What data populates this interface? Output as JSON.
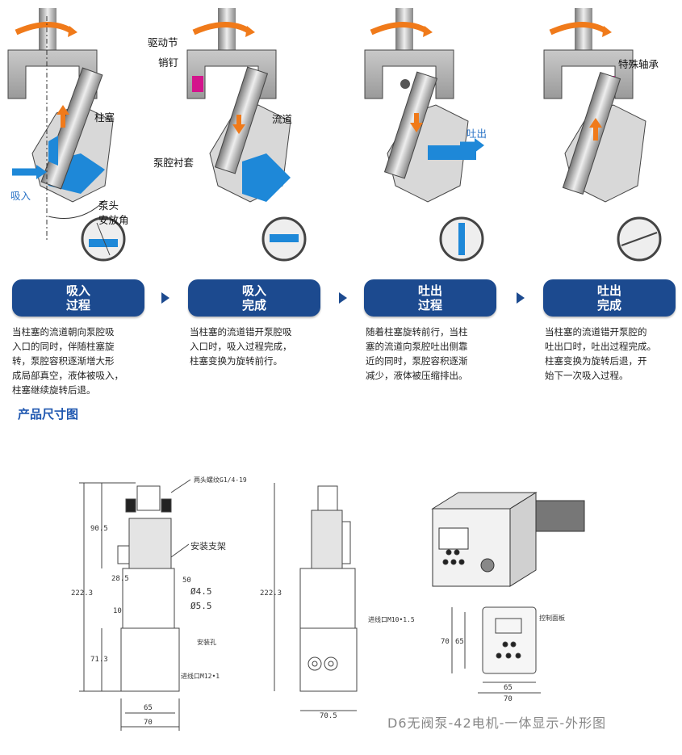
{
  "stages": [
    {
      "pill_line1": "吸入",
      "pill_line2": "过程",
      "desc": "当柱塞的流道朝向泵腔吸\n入口的同时，伴随柱塞旋\n转，泵腔容积逐渐增大形\n成局部真空，液体被吸入，\n柱塞继续旋转后退。"
    },
    {
      "pill_line1": "吸入",
      "pill_line2": "完成",
      "desc": "当柱塞的流道错开泵腔吸\n入口时，吸入过程完成，\n柱塞变换为旋转前行。"
    },
    {
      "pill_line1": "吐出",
      "pill_line2": "过程",
      "desc": "随着柱塞旋转前行，当柱\n塞的流道向泵腔吐出侧靠\n近的同时，泵腔容积逐渐\n减少，液体被压缩排出。"
    },
    {
      "pill_line1": "吐出",
      "pill_line2": "完成",
      "desc": "当柱塞的流道错开泵腔的\n吐出口时，吐出过程完成。\n柱塞变换为旋转后退，开\n始下一次吸入过程。"
    }
  ],
  "labels": {
    "plunger": "柱塞",
    "suction": "吸入",
    "head": "泵头",
    "angle": "安放角",
    "drive": "驱动节",
    "pin": "销钉",
    "channel": "流道",
    "liner": "泵腔衬套",
    "discharge": "吐出",
    "bearing": "特殊轴承"
  },
  "section_title": "产品尺寸图",
  "drawing": {
    "port": "两头螺纹G1/4-19",
    "bracket": "安装支架",
    "d1": "Ø4.5",
    "d2": "Ø5.5",
    "mount": "安装孔",
    "wire1": "进线口M12•1",
    "wire2": "进线口M10•1.5",
    "panel": "控制面板",
    "h1": "90.5",
    "h2": "222.3",
    "h3": "71.3",
    "h4": "28.5",
    "h5": "10",
    "h6": "50",
    "w1": "65",
    "w2": "70",
    "h7": "222.3",
    "w3": "70.5",
    "fh1": "70",
    "fh2": "65",
    "fw1": "65",
    "fw2": "70"
  },
  "caption": "D6无阀泵-42电机-一体显示-外形图",
  "colors": {
    "accent": "#1c4a8f",
    "title": "#1f57b0",
    "fluid": "#1e88d8",
    "arrow": "#f07a1a",
    "magenta": "#d4148c"
  }
}
